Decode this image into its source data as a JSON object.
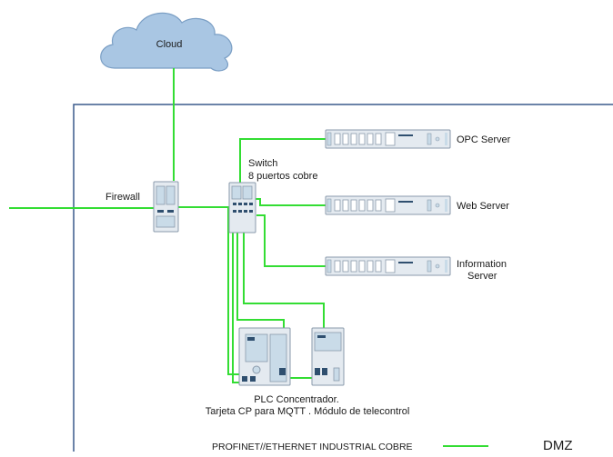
{
  "cloud": {
    "label": "Cloud"
  },
  "zone": {
    "label": "DMZ"
  },
  "firewall": {
    "label": "Firewall"
  },
  "switch": {
    "label_line1": "Switch",
    "label_line2": "8 puertos cobre"
  },
  "servers": [
    {
      "name_line1": "OPC Server",
      "name_line2": ""
    },
    {
      "name_line1": "Web Server",
      "name_line2": ""
    },
    {
      "name_line1": "Information",
      "name_line2": "Server"
    }
  ],
  "plc": {
    "label_line1": "PLC Concentrador.",
    "label_line2": "Tarjeta CP para MQTT . Módulo de telecontrol"
  },
  "legend": {
    "label": "PROFINET//ETHERNET INDUSTRIAL COBRE"
  },
  "colors": {
    "link": "#33dd33",
    "zone_border": "#3a5a8c",
    "cloud_fill": "#a9c6e3",
    "cloud_stroke": "#7a9ec4",
    "device_body": "#e4eaf0",
    "device_edge": "#8a9aab",
    "device_panel": "#c9dbe8",
    "device_dark": "#2f4f6f"
  }
}
